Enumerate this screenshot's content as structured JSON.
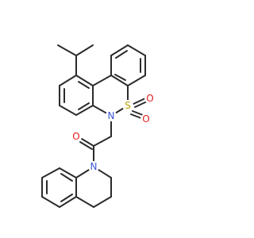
{
  "molecule": {
    "atoms": {
      "N": {
        "label": "N",
        "color": "#3b56d6"
      },
      "S": {
        "label": "S",
        "color": "#b8a400"
      },
      "O_s1": {
        "label": "O",
        "color": "#e31b1b"
      },
      "O_s2": {
        "label": "O",
        "color": "#e31b1b"
      },
      "O_carbonyl": {
        "label": "O",
        "color": "#e31b1b"
      },
      "N_amide": {
        "label": "N",
        "color": "#3b56d6"
      }
    },
    "bond_color": "#2b2b2b"
  }
}
